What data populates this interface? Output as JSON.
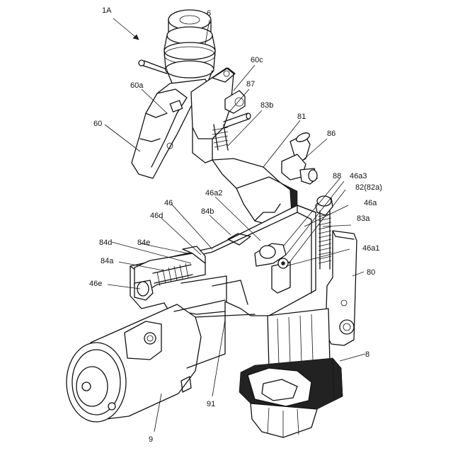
{
  "figure": {
    "labels": {
      "l_1A": "1A",
      "l_6": "6",
      "l_60c": "60c",
      "l_60a": "60a",
      "l_87": "87",
      "l_83b": "83b",
      "l_60": "60",
      "l_81": "81",
      "l_86": "86",
      "l_88": "88",
      "l_46a3": "46a3",
      "l_82": "82(82a)",
      "l_46a2": "46a2",
      "l_46": "46",
      "l_84b": "84b",
      "l_46a": "46a",
      "l_46d": "46d",
      "l_83a": "83a",
      "l_84d": "84d",
      "l_84e": "84e",
      "l_46a1": "46a1",
      "l_84a": "84a",
      "l_80": "80",
      "l_46e": "46e",
      "l_8": "8",
      "l_91": "91",
      "l_9": "9"
    }
  }
}
